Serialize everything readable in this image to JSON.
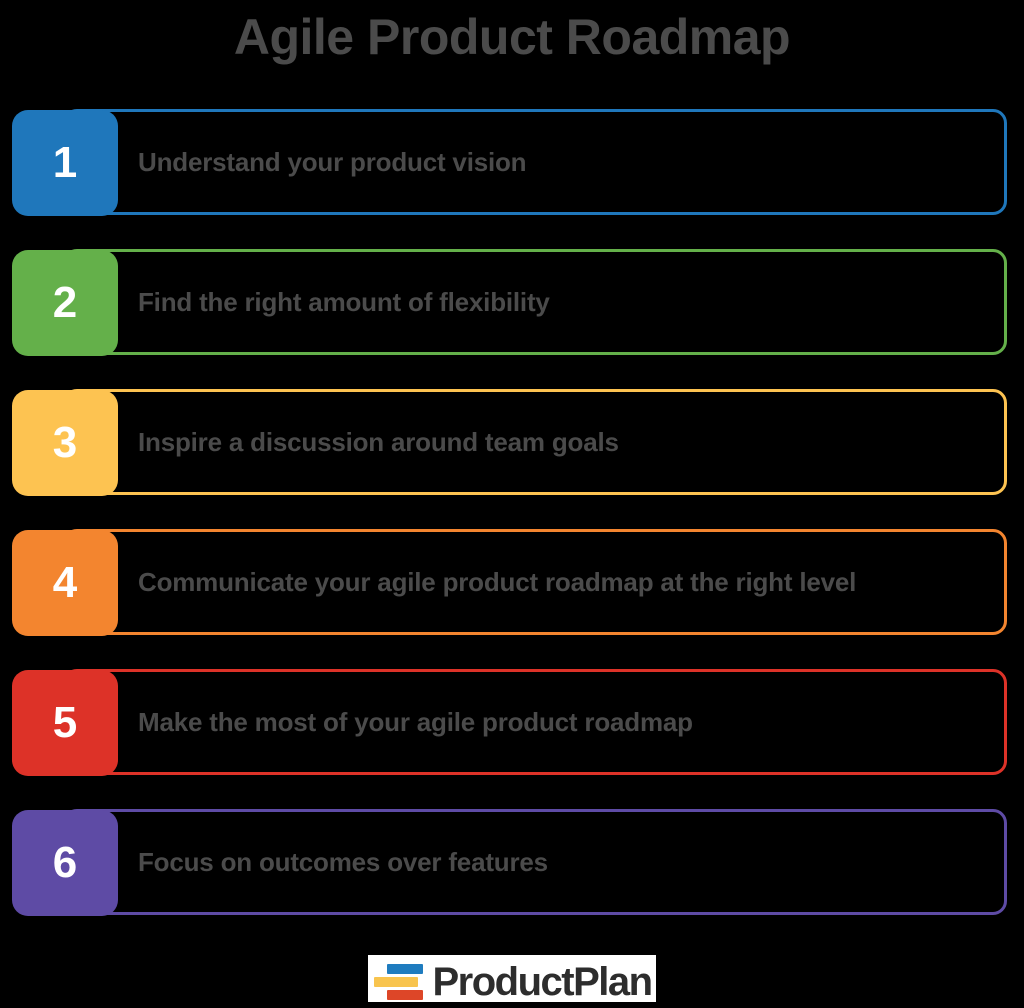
{
  "header": {
    "title": "Agile Product Roadmap",
    "title_color": "#4b4b4b"
  },
  "steps": [
    {
      "number": "1",
      "label": "Understand your product vision",
      "color": "#1f77bb"
    },
    {
      "number": "2",
      "label": "Find the right amount of flexibility",
      "color": "#64b04a"
    },
    {
      "number": "3",
      "label": "Inspire a discussion around team goals",
      "color": "#fdc351"
    },
    {
      "number": "4",
      "label": "Communicate your agile product roadmap at the right level",
      "color": "#f3852f"
    },
    {
      "number": "5",
      "label": "Make the most of your agile product roadmap",
      "color": "#dd3228"
    },
    {
      "number": "6",
      "label": "Focus on outcomes over features",
      "color": "#5e4ba5"
    }
  ],
  "footer": {
    "logo_text": "ProductPlan",
    "logo_bar_colors": {
      "blue": "#1f7cbf",
      "yellow": "#f8c44e",
      "red": "#dd4628"
    }
  }
}
